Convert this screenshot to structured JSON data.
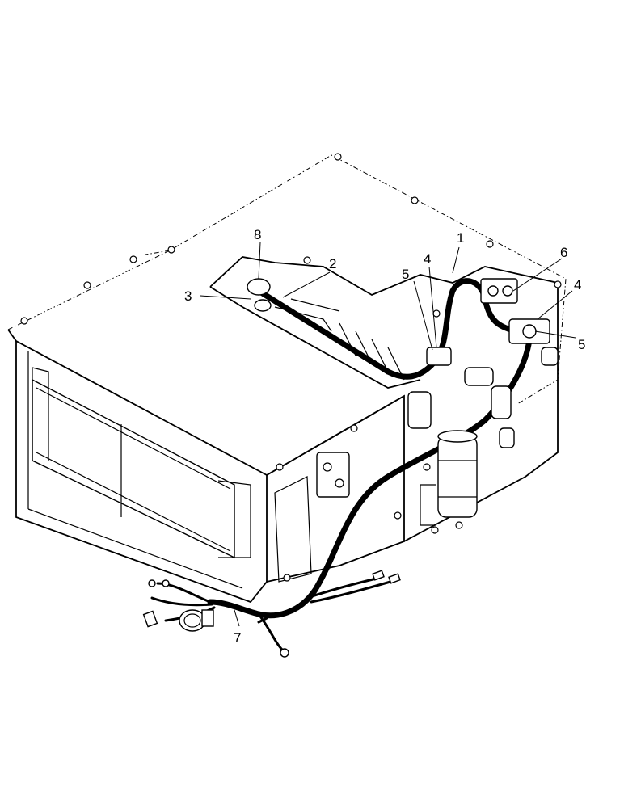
{
  "callouts": [
    {
      "id": "c1",
      "label": "1"
    },
    {
      "id": "c2",
      "label": "2"
    },
    {
      "id": "c3",
      "label": "3"
    },
    {
      "id": "c4a",
      "label": "4"
    },
    {
      "id": "c4b",
      "label": "4"
    },
    {
      "id": "c5a",
      "label": "5"
    },
    {
      "id": "c5b",
      "label": "5"
    },
    {
      "id": "c6",
      "label": "6"
    },
    {
      "id": "c7",
      "label": "7"
    },
    {
      "id": "c8",
      "label": "8"
    }
  ]
}
